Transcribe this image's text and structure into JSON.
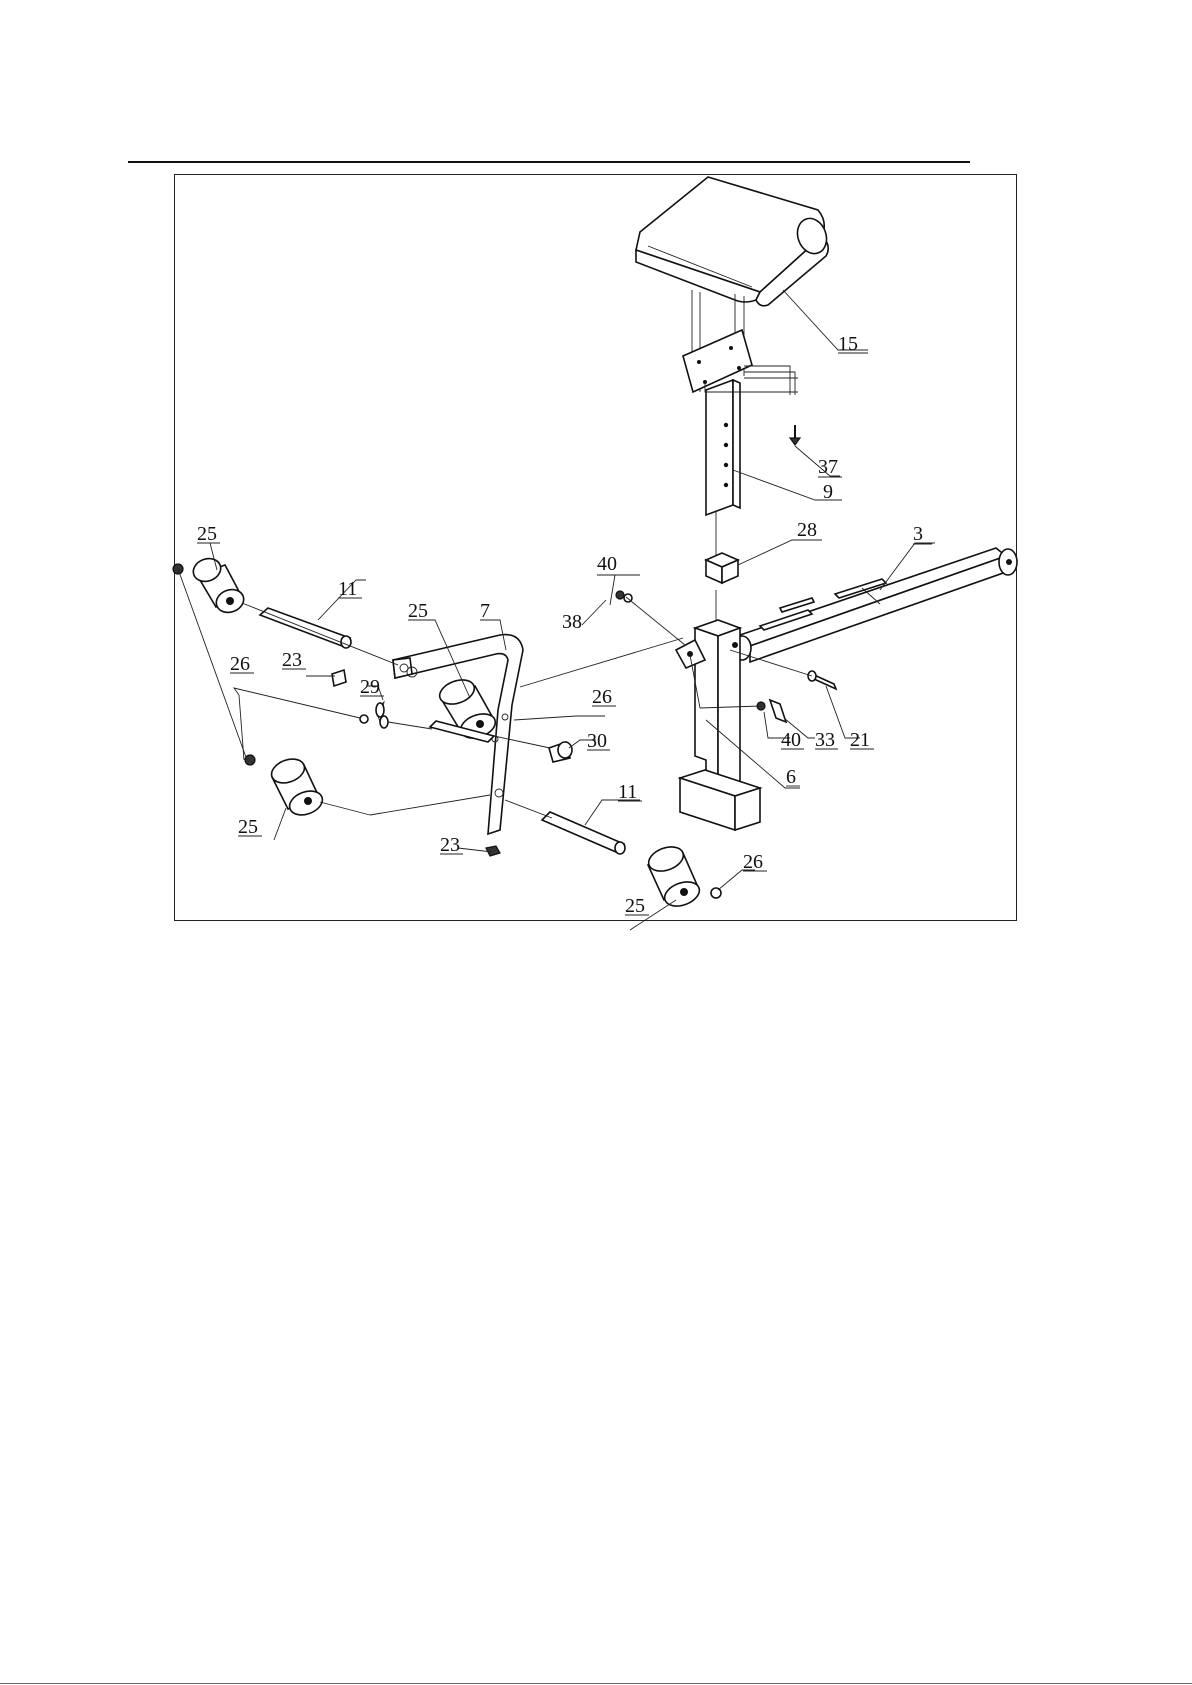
{
  "figure": {
    "parts": [
      {
        "id": "p15",
        "label": "15"
      },
      {
        "id": "p37",
        "label": "37"
      },
      {
        "id": "p9",
        "label": "9"
      },
      {
        "id": "p28",
        "label": "28"
      },
      {
        "id": "p3",
        "label": "3"
      },
      {
        "id": "p40a",
        "label": "40"
      },
      {
        "id": "p38",
        "label": "38"
      },
      {
        "id": "p25a",
        "label": "25"
      },
      {
        "id": "p11a",
        "label": "11"
      },
      {
        "id": "p25b",
        "label": "25"
      },
      {
        "id": "p7",
        "label": "7"
      },
      {
        "id": "p23a",
        "label": "23"
      },
      {
        "id": "p26a",
        "label": "26"
      },
      {
        "id": "p29",
        "label": "29"
      },
      {
        "id": "p26b",
        "label": "26"
      },
      {
        "id": "p30",
        "label": "30"
      },
      {
        "id": "p40b",
        "label": "40"
      },
      {
        "id": "p33",
        "label": "33"
      },
      {
        "id": "p21",
        "label": "21"
      },
      {
        "id": "p6",
        "label": "6"
      },
      {
        "id": "p25c",
        "label": "25"
      },
      {
        "id": "p23b",
        "label": "23"
      },
      {
        "id": "p11b",
        "label": "11"
      },
      {
        "id": "p26c",
        "label": "26"
      },
      {
        "id": "p25d",
        "label": "25"
      }
    ]
  }
}
